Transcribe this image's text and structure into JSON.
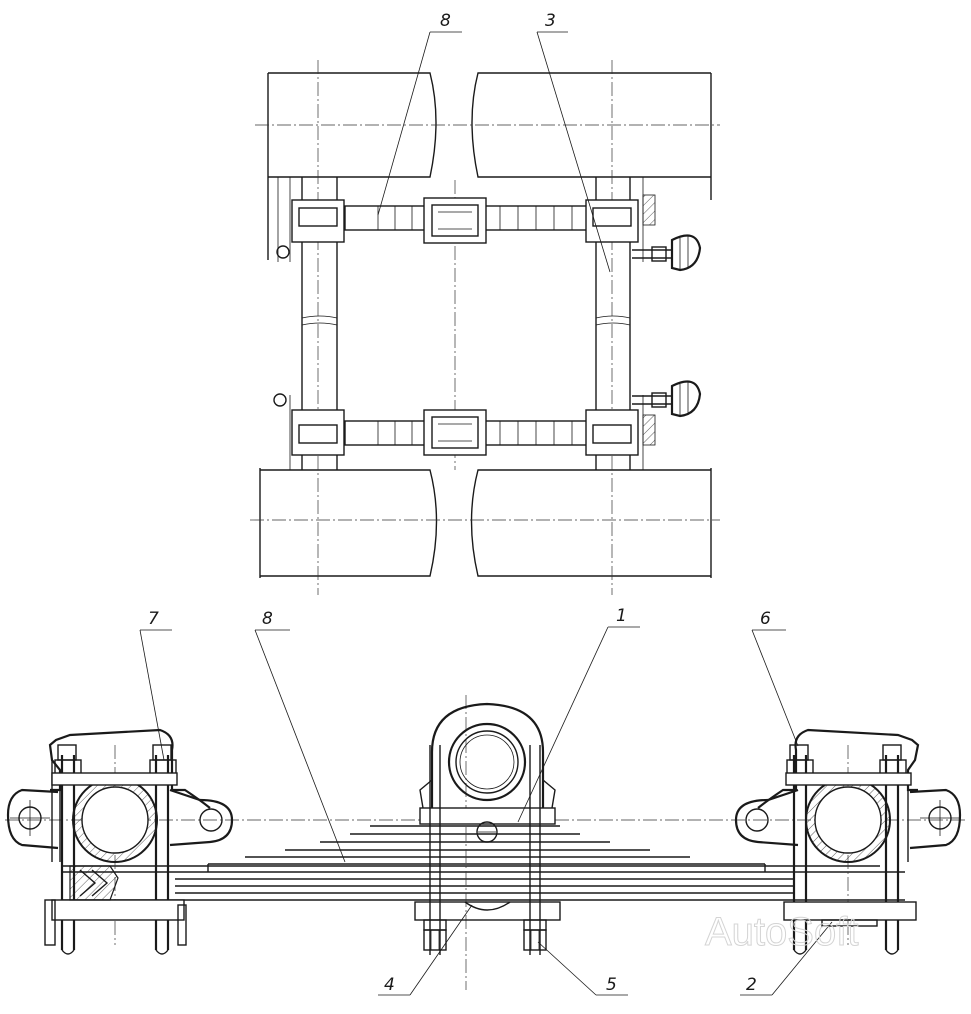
{
  "callouts": {
    "top_8": "8",
    "top_3": "3",
    "bottom_7": "7",
    "bottom_8": "8",
    "bottom_1": "1",
    "bottom_6": "6",
    "bottom_4": "4",
    "bottom_5": "5",
    "bottom_2": "2"
  },
  "watermark": "AutoSoft"
}
